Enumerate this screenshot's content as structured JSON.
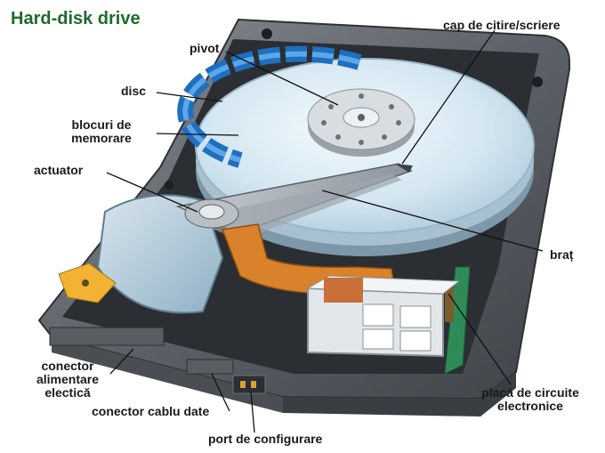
{
  "title": "Hard-disk drive",
  "labels": {
    "head": "cap de citire/scriere",
    "pivot": "pivot",
    "disc": "disc",
    "blocks_1": "blocuri de",
    "blocks_2": "memorare",
    "actuator": "actuator",
    "arm": "braț",
    "power_1": "conector",
    "power_2": "alimentare",
    "power_3": "electică",
    "data_connector": "conector cablu date",
    "config_port": "port de configurare",
    "pcb_1": "placă de circuite",
    "pcb_2": "electronice"
  },
  "colors": {
    "title": "#1e6b2c",
    "case": "#6e7378",
    "platter": "#cfe3ee",
    "blocks": "#1f6fc0",
    "flex_cable": "#d9822b",
    "pcb": "#2e8b57"
  }
}
